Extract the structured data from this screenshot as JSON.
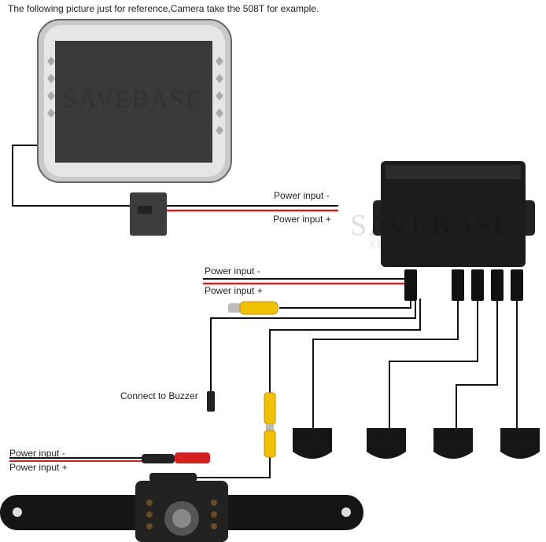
{
  "title": "The following picture just for reference,Camera take the 508T for example.",
  "labels": {
    "monitor_neg": "Power input -",
    "monitor_pos": "Power input +",
    "box_neg": "Power input -",
    "box_pos": "Power input +",
    "buzzer": "Connect to Buzzer",
    "camera_neg": "Power input -",
    "camera_pos": "Power input +"
  },
  "watermark": {
    "brand": "SAVEBASE",
    "tagline": "Share with Delight"
  },
  "colors": {
    "wire_black": "#111111",
    "wire_red": "#d42020",
    "rca_yellow": "#f2c200",
    "box": "#1c1c1c"
  }
}
